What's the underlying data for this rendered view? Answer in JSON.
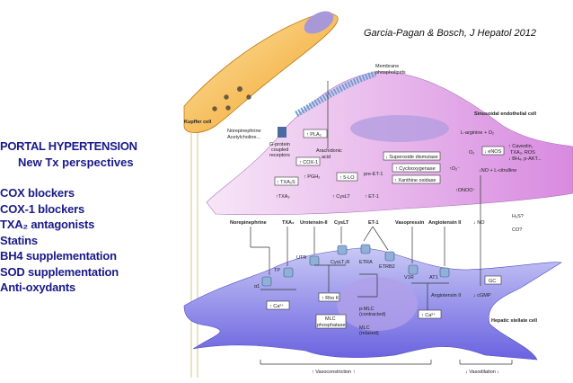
{
  "citation": "Garcia-Pagan & Bosch, J Hepatol 2012",
  "left_panel": {
    "title": "PORTAL HYPERTENSION",
    "subtitle": "New Tx perspectives",
    "items": [
      "COX blockers",
      "COX-1 blockers",
      "TXA₂ antagonists",
      "Statins",
      "BH4 supplementation",
      "SOD supplementation",
      "Anti-oxydants"
    ]
  },
  "diagram": {
    "kupffer": "Kupffer cell",
    "membrane": [
      "Membrane",
      "phospholipids"
    ],
    "sec": "Sinusoidal endothelial cell",
    "agonists": [
      "Norepinephrine",
      "Acetylcholine..."
    ],
    "gpcr": [
      "G-protein",
      "coupled",
      "receptors"
    ],
    "pla2": "↑ PLA₂",
    "aa": [
      "Arachidonic",
      "acid"
    ],
    "cox1": "↑ COX-1",
    "txa2s": "↑ TXA₂S",
    "pgh2": "↑ PGH₂",
    "lo5": "↑ 5-LO",
    "preet1": "pre-ET-1",
    "txa2_in": "↑TXA₂",
    "cyslt_in": "↑ CysLT",
    "et1_in": "↑ ET-1",
    "sod": "↓ Superoxide dismutase",
    "cox": "↑ Cyclooxygenase",
    "xo": "↑ Xanthine oxidase",
    "o2minus": "↑O₂⁻",
    "onoo": "↑ONOO⁻",
    "larg": "L-arginine + O₂",
    "o2": "O₂",
    "enos": "↓ eNOS",
    "modulators": [
      "↑ Caveolin,",
      "TXA₂, ROS",
      "↓ BH₄, p-AKT..."
    ],
    "no_cit": "↓NO + L-citrulline",
    "mediators": [
      "Norepinephrine",
      "TXA₂",
      "Urotensin-II",
      "CysLT",
      "ET-1",
      "Vasopressin",
      "Angiotensin II",
      "↓ NO"
    ],
    "h2s": "H₂S?",
    "co": "CO?",
    "receptors": [
      "α1",
      "TP",
      "UTR",
      "CysLT₁R",
      "ETRA",
      "ETRB2",
      "V1R",
      "AT1"
    ],
    "gc": "GC",
    "rhok": "↑ Rho K",
    "ca1": "↑ Ca²⁺",
    "ca2": "↑ Ca²⁺",
    "mlcp": [
      "MLC",
      "phosphatase"
    ],
    "pmlc": [
      "p-MLC",
      "(contracted)"
    ],
    "mlc": [
      "MLC",
      "(relaxed)"
    ],
    "ang2": "Angiotensin II",
    "cgmp": "↓ cGMP",
    "hsc": "Hepatic stellate cell",
    "vasoconstriction": "↑ Vasoconstriction ↑",
    "vasodilation": "↓ Vasodilation ↓"
  }
}
